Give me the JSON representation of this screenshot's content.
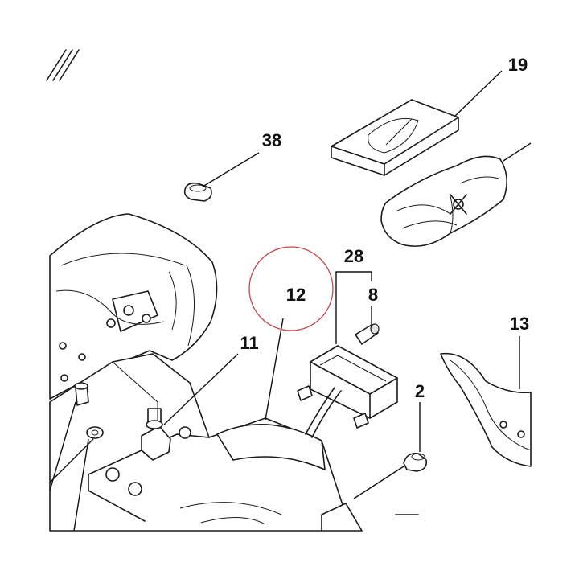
{
  "callouts": {
    "c19": "19",
    "c38": "38",
    "c28": "28",
    "c8": "8",
    "c12": "12",
    "c11": "11",
    "c13": "13",
    "c2": "2"
  },
  "highlight": {
    "label_ref": "12",
    "color": "#c8474f"
  }
}
